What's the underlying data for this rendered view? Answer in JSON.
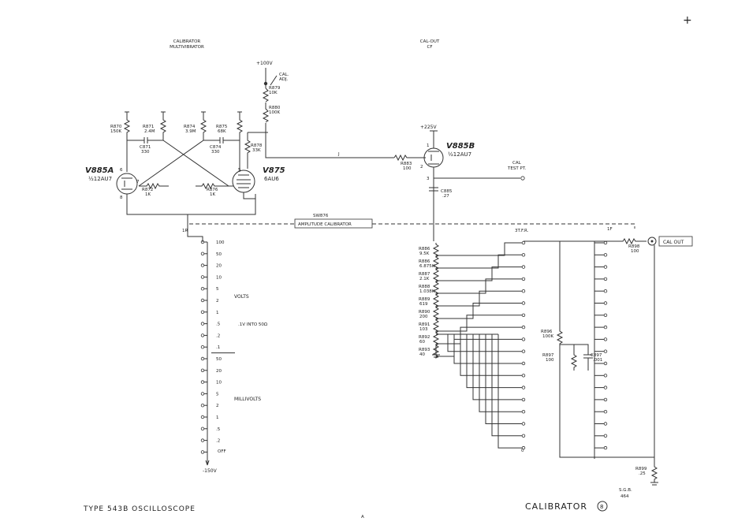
{
  "corner_mark": "+",
  "sections": {
    "multivibrator": "CALIBRATOR\nMULTIVIBRATOR",
    "cal_out_cf": "CAL-OUT\nCF"
  },
  "supplies": {
    "plus100": "+100V",
    "plus225": "+225V",
    "minus150": "-150V"
  },
  "tubes": {
    "v885a": {
      "name": "V885A",
      "type": "½12AU7"
    },
    "v875": {
      "name": "V875",
      "type": "6AU6"
    },
    "v885b": {
      "name": "V885B",
      "type": "½12AU7"
    }
  },
  "components": {
    "r870": {
      "ref": "R870",
      "val": "150K"
    },
    "c871": {
      "ref": "C871",
      "val": "330"
    },
    "r871": {
      "ref": "R871",
      "val": "2.4M"
    },
    "r874": {
      "ref": "R874",
      "val": "3.9M"
    },
    "c874": {
      "ref": "C874",
      "val": "330"
    },
    "r875": {
      "ref": "R875",
      "val": "68K"
    },
    "r872": {
      "ref": "R872",
      "val": "1K"
    },
    "r876": {
      "ref": "R876",
      "val": "1K"
    },
    "r879": {
      "ref": "R879",
      "val": "10K"
    },
    "r879_label": "CAL.\nADJ.",
    "r880": {
      "ref": "R880",
      "val": "100K"
    },
    "r878": {
      "ref": "R878",
      "val": "33K"
    },
    "r883": {
      "ref": "R883",
      "val": "100"
    },
    "c885": {
      "ref": "C885",
      "val": ".27"
    },
    "test_pt": "CAL\nTEST PT.",
    "r898": {
      "ref": "R898",
      "val": "100"
    },
    "cal_out": "CAL OUT",
    "r896": {
      "ref": "R896",
      "val": "100K"
    },
    "r897": {
      "ref": "R897",
      "val": "100"
    },
    "c897": {
      "ref": "C897",
      "val": ".001"
    },
    "r899": {
      "ref": "R899",
      "val": ".25"
    }
  },
  "divider": [
    {
      "ref": "R886",
      "val": "9.5K"
    },
    {
      "ref": "R886",
      "val": "6.875K"
    },
    {
      "ref": "R887",
      "val": "2.1K"
    },
    {
      "ref": "R888",
      "val": "1.038K"
    },
    {
      "ref": "R889",
      "val": "619"
    },
    {
      "ref": "R890",
      "val": "200"
    },
    {
      "ref": "R891",
      "val": "103"
    },
    {
      "ref": "R892",
      "val": "60"
    },
    {
      "ref": "R893",
      "val": "40"
    }
  ],
  "switch": {
    "name": "SW876",
    "function": "AMPLITUDE CALIBRATOR",
    "front_wafer": "1R",
    "rear_wafer": "3T.F.R.",
    "fr_label": "1F",
    "positions_volts": [
      "100",
      "50",
      "20",
      "10",
      "5",
      "2",
      "1",
      ".5",
      ".2",
      ".1"
    ],
    "positions_millivolts": [
      "50",
      "20",
      "10",
      "5",
      "2",
      "1",
      ".5",
      ".2"
    ],
    "off_label": "OFF",
    "volts_label": "VOLTS",
    "millivolts_label": "MILLIVOLTS",
    "note_into_50": ".1V INTO 50Ω"
  },
  "footer": {
    "left": "TYPE 543B OSCILLOSCOPE",
    "right": "CALIBRATOR",
    "circled": "8",
    "stamp_top": "S.G.B.",
    "stamp_bottom": "464",
    "center": "A"
  }
}
